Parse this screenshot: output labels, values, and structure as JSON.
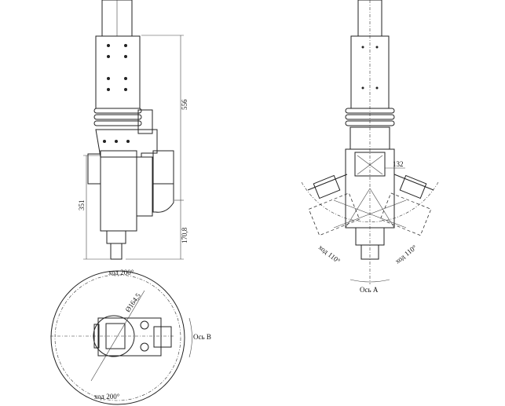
{
  "side_view": {
    "dim_total_height": "556",
    "dim_body_height": "351",
    "dim_lower_height": "170,8"
  },
  "front_view": {
    "dim_width": "132",
    "stroke_left": "ход 110°",
    "stroke_right": "ход 110°",
    "axis_label": "Ось А"
  },
  "top_view": {
    "stroke_top": "ход 200°",
    "stroke_bottom": "ход 200°",
    "diameter": "Ø164,5",
    "axis_label": "Ось В"
  }
}
